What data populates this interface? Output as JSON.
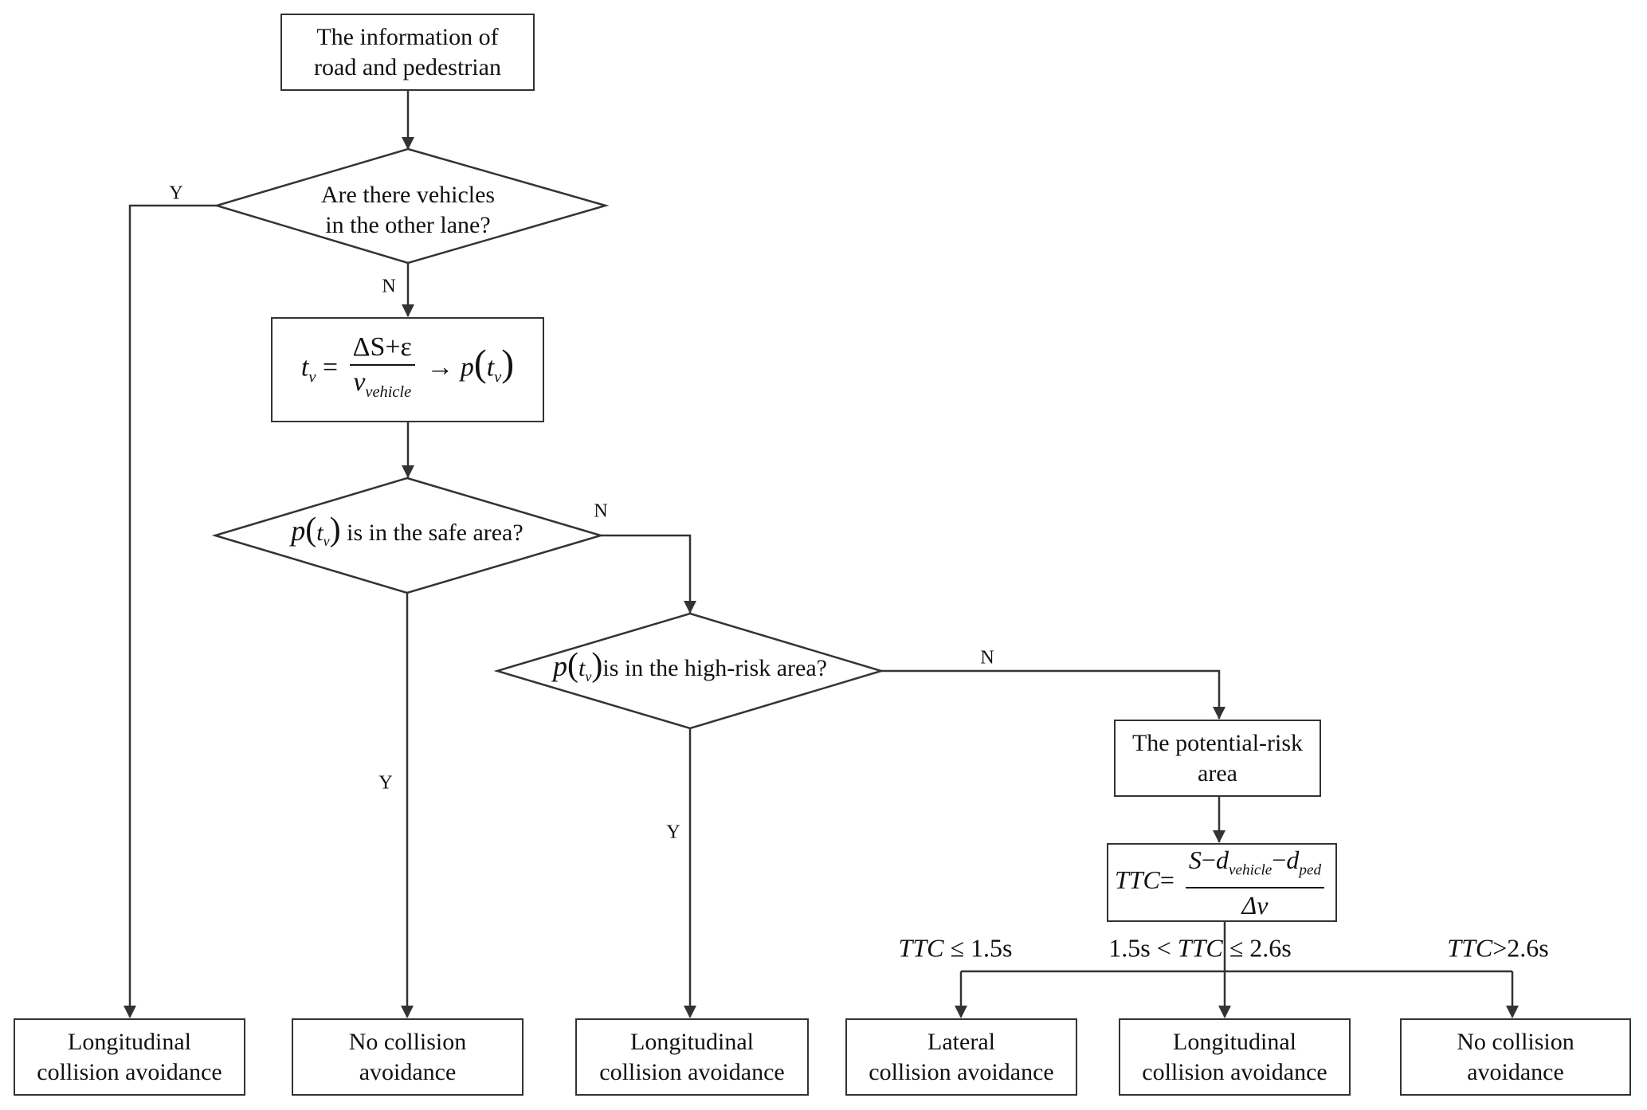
{
  "nodes": {
    "start": {
      "line1": "The information of",
      "line2": "road and pedestrian"
    },
    "decision_vehicles": {
      "line1": "Are there vehicles",
      "line2": "in the other lane?"
    },
    "formula_tv": {
      "lhs": "t",
      "lhs_sub": "v",
      "eq": "=",
      "num": "ΔS+ε",
      "den": "v",
      "den_sub": "vehicle",
      "arrow": "→",
      "p": "p",
      "arg": "t",
      "arg_sub": "v"
    },
    "decision_safe": {
      "p": "p",
      "arg": "t",
      "arg_sub": "v",
      "text": " is in the safe area?"
    },
    "decision_highrisk": {
      "p": "p",
      "arg": "t",
      "arg_sub": "v",
      "text": "is in the high-risk area?"
    },
    "potential_risk": {
      "line1": "The potential-risk",
      "line2": "area"
    },
    "formula_ttc": {
      "lhs": "TTC",
      "eq": "=",
      "num_s": "S",
      "minus": "−",
      "d": "d",
      "d1_sub": "vehicle",
      "d2_sub": "ped",
      "den": "Δv"
    },
    "outcomes": [
      {
        "line1": "Longitudinal",
        "line2": "collision avoidance"
      },
      {
        "line1": "No collision",
        "line2": "avoidance"
      },
      {
        "line1": "Longitudinal",
        "line2": "collision avoidance"
      },
      {
        "line1": "Lateral",
        "line2": "collision avoidance"
      },
      {
        "line1": "Longitudinal",
        "line2": "collision avoidance"
      },
      {
        "line1": "No collision",
        "line2": "avoidance"
      }
    ]
  },
  "edge_labels": {
    "vehicles_yes": "Y",
    "vehicles_no": "N",
    "safe_no": "N",
    "safe_yes": "Y",
    "highrisk_no": "N",
    "highrisk_yes": "Y"
  },
  "conditions": {
    "c1": {
      "ttc": "TTC",
      "rest": " ≤ 1.5s"
    },
    "c2": {
      "pre": "1.5s < ",
      "ttc": "TTC",
      "rest": " ≤ 2.6s"
    },
    "c3": {
      "ttc": "TTC",
      "rest": ">2.6s"
    }
  }
}
